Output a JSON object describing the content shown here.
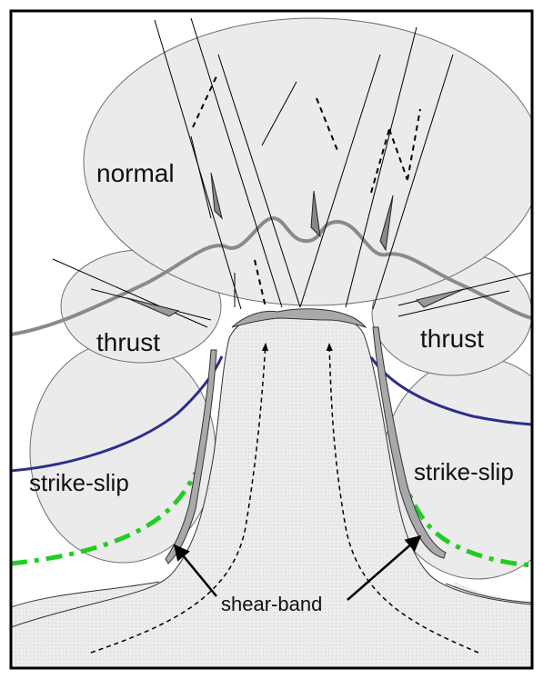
{
  "labels": {
    "normal": "normal",
    "thrust_left": "thrust",
    "thrust_right": "thrust",
    "strike_slip_left": "strike-slip",
    "strike_slip_right": "strike-slip",
    "shear_band": "shear-band"
  },
  "colors": {
    "frame": "#000000",
    "ellipse_fill": "#ebebeb",
    "ellipse_stroke": "#6e6e6e",
    "dome_fill": "#e6e6e6",
    "gray_line": "#8a8a8a",
    "blue_line": "#2e2e8a",
    "green_dashdot": "#22cc22",
    "shear_band_fill": "#a9a9a9"
  }
}
